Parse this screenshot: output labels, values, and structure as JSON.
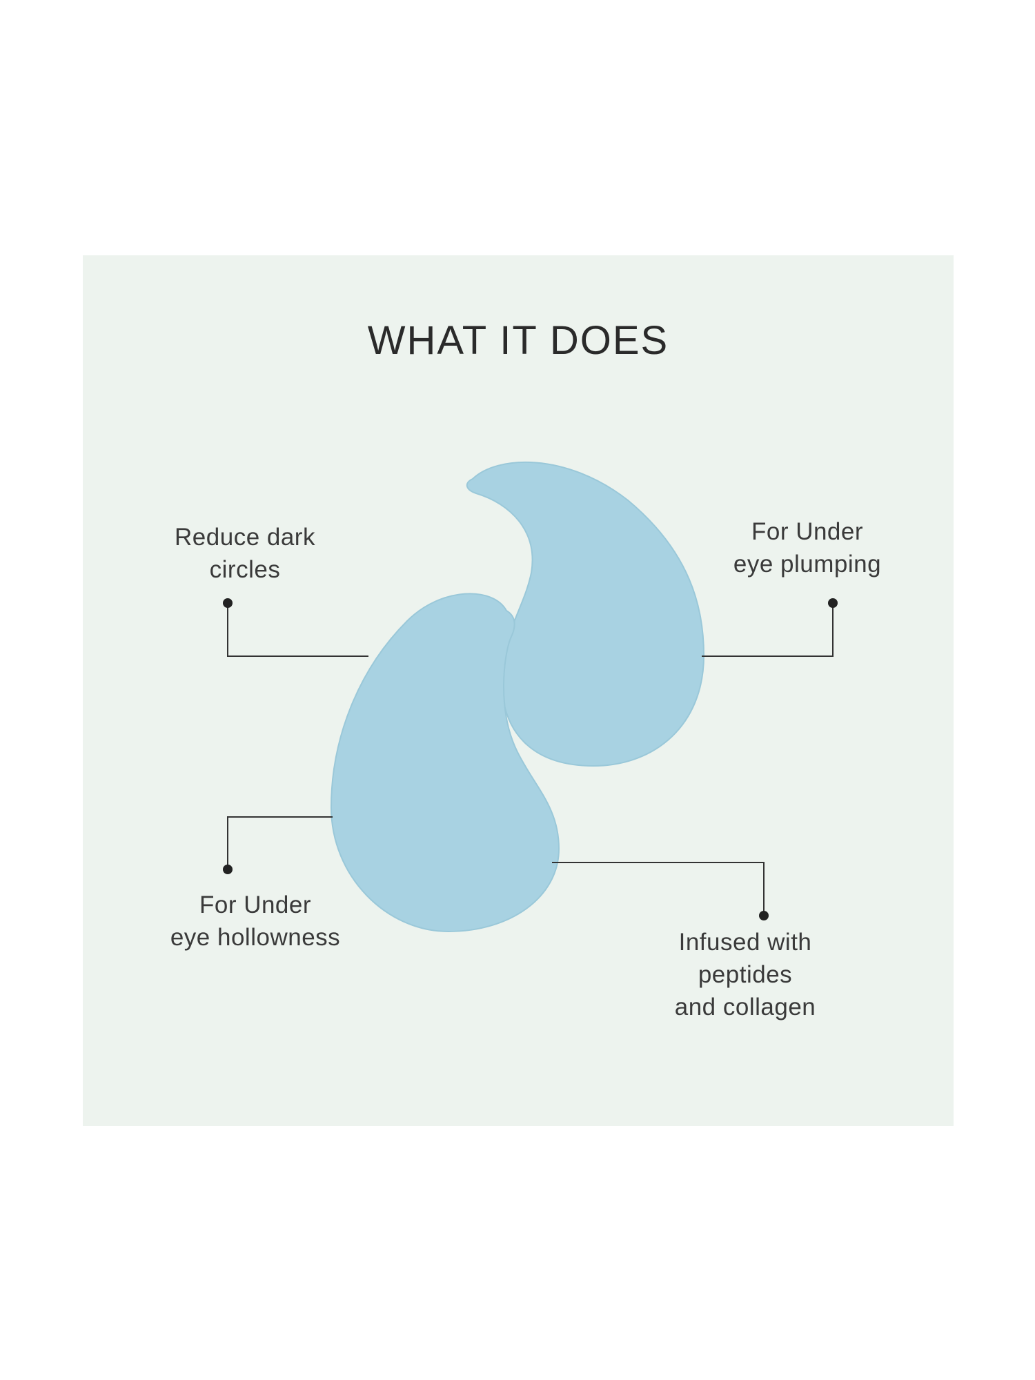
{
  "title": "WHAT IT DOES",
  "benefits": [
    {
      "line1": "Reduce dark",
      "line2": "circles"
    },
    {
      "line1": "For Under",
      "line2": "eye plumping"
    },
    {
      "line1": "For Under",
      "line2": "eye hollowness"
    },
    {
      "line1": "Infused with",
      "line2": "peptides",
      "line3": "and collagen"
    }
  ],
  "colors": {
    "panel_background": "#edf3ee",
    "patch_fill": "#a8d2e2",
    "connector_line": "#333333",
    "text": "#2a2a2a"
  },
  "icons": [
    "eye-patch-illustration"
  ]
}
